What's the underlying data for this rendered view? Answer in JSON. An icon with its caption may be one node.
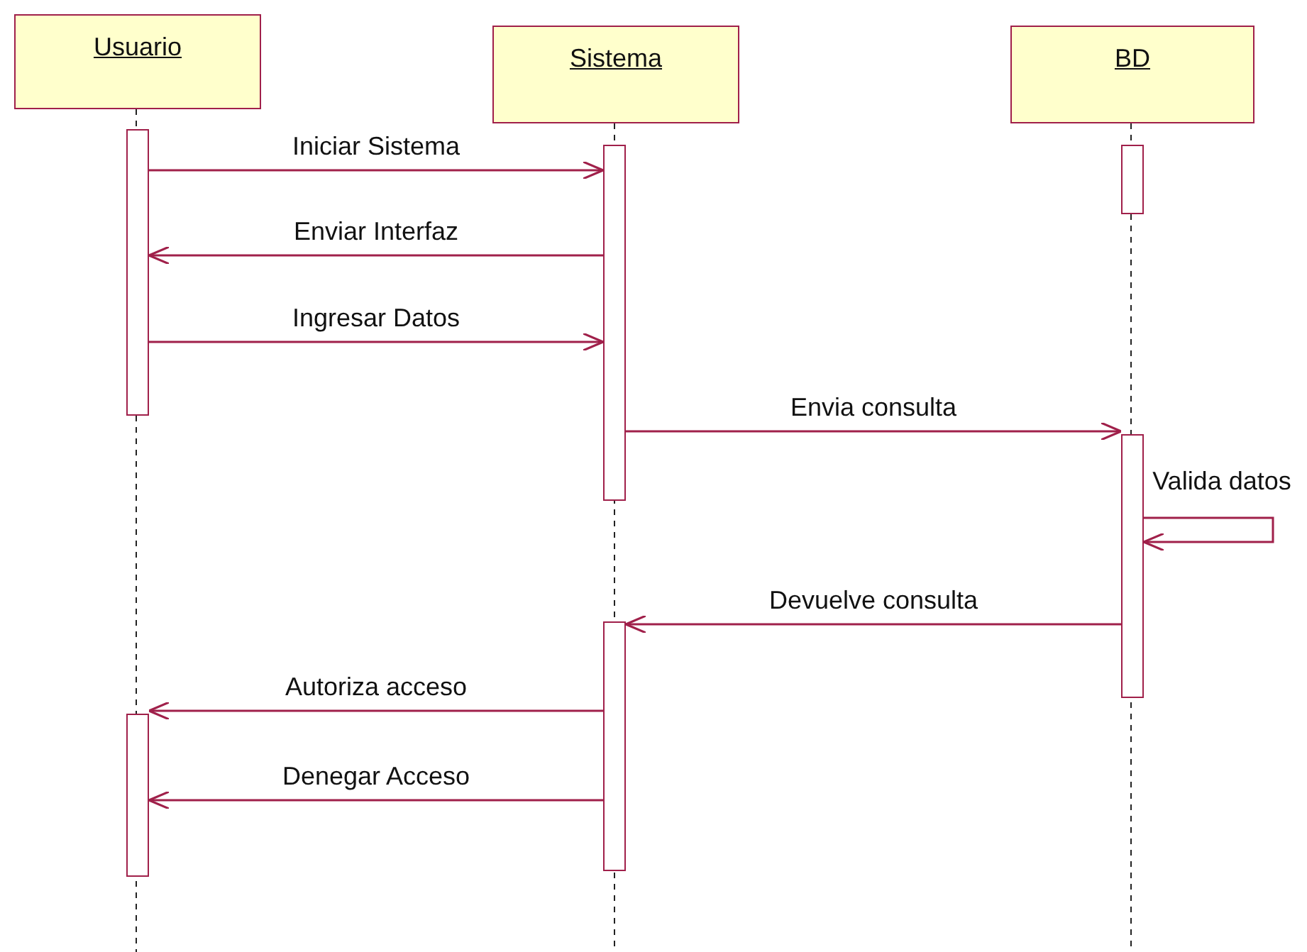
{
  "diagram": {
    "nodes": [
      {
        "text": [
          "Usuario"
        ]
      },
      {
        "text": [
          "Sistema"
        ]
      },
      {
        "text": [
          "BD"
        ]
      },
      {
        "text": [],
        "shape": "bar"
      },
      {
        "text": [],
        "shape": "bar"
      },
      {
        "text": [],
        "shape": "bar"
      },
      {
        "text": [],
        "shape": "bar"
      },
      {
        "text": [],
        "shape": "bar"
      },
      {
        "text": [],
        "shape": "bar"
      }
    ],
    "edges": [
      {
        "from": 3,
        "to": 4,
        "arrow": "to",
        "label": "Iniciar Sistema"
      },
      {
        "from": 4,
        "to": 3,
        "arrow": "to",
        "label": "Enviar Interfaz"
      },
      {
        "from": 3,
        "to": 4,
        "arrow": "to",
        "label": "Ingresar Datos"
      },
      {
        "from": 4,
        "to": 6,
        "arrow": "to",
        "label": "Envia consulta"
      },
      {
        "from": 6,
        "to": 6,
        "arrow": "to",
        "label": "Valida datos"
      },
      {
        "from": 6,
        "to": 7,
        "arrow": "to",
        "label": "Devuelve consulta"
      },
      {
        "from": 7,
        "to": 8,
        "arrow": "to",
        "label": "Autoriza acceso"
      },
      {
        "from": 7,
        "to": 8,
        "arrow": "to",
        "label": "Denegar Acceso"
      }
    ]
  }
}
